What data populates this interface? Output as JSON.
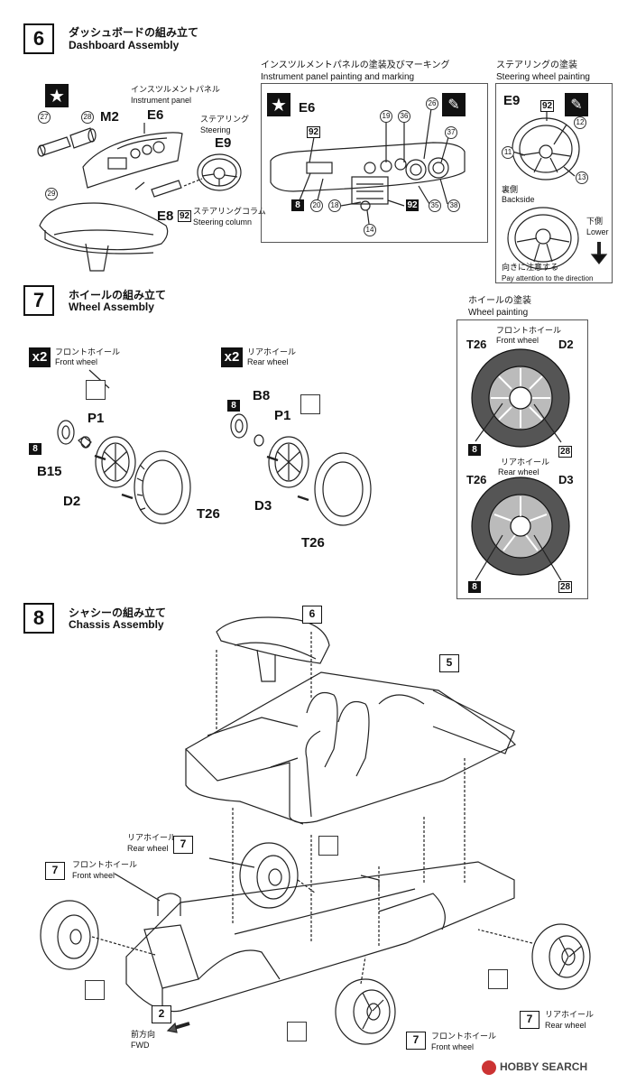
{
  "step6": {
    "num": "6",
    "title_jp": "ダッシュボードの組み立て",
    "title_en": "Dashboard Assembly",
    "labels": {
      "instrument_panel_jp": "インスツルメントパネル",
      "instrument_panel_en": "Instrument panel",
      "steering_jp": "ステアリング",
      "steering_en": "Steering",
      "steering_column_jp": "ステアリングコラム",
      "steering_column_en": "Steering column"
    },
    "parts": {
      "m2": "M2",
      "e6": "E6",
      "e9": "E9",
      "e8": "E8",
      "p27": "27",
      "p28": "28",
      "p29": "29",
      "c92": "92"
    },
    "panel_painting": {
      "title_jp": "インスツルメントパネルの塗装及びマーキング",
      "title_en": "Instrument panel painting and marking",
      "part": "E6",
      "callouts": {
        "c92a": "92",
        "c19": "19",
        "c36": "36",
        "c26": "26",
        "c37": "37",
        "c8": "8",
        "c20": "20",
        "c18": "18",
        "c92b": "92",
        "c35": "35",
        "c38": "38",
        "c14": "14"
      }
    },
    "steering_painting": {
      "title_jp": "ステアリングの塗装",
      "title_en": "Steering wheel painting",
      "part": "E9",
      "callouts": {
        "c92": "92",
        "c12": "12",
        "c11": "11",
        "c13": "13"
      },
      "backside_jp": "裏側",
      "backside_en": "Backside",
      "lower_jp": "下側",
      "lower_en": "Lower",
      "attention_jp": "向きに注意する",
      "attention_en": "Pay attention to the direction"
    }
  },
  "step7": {
    "num": "7",
    "title_jp": "ホイールの組み立て",
    "title_en": "Wheel Assembly",
    "front": {
      "qty": "x2",
      "label_jp": "フロントホイール",
      "label_en": "Front wheel",
      "p1": "P1",
      "b15": "B15",
      "d2": "D2",
      "t26": "T26",
      "c8": "8"
    },
    "rear": {
      "qty": "x2",
      "label_jp": "リアホイール",
      "label_en": "Rear wheel",
      "b8": "B8",
      "p1": "P1",
      "d3": "D3",
      "t26": "T26",
      "c8": "8"
    },
    "wheel_painting": {
      "title_jp": "ホイールの塗装",
      "title_en": "Wheel painting",
      "front_jp": "フロントホイール",
      "front_en": "Front wheel",
      "rear_jp": "リアホイール",
      "rear_en": "Rear wheel",
      "t26a": "T26",
      "d2": "D2",
      "c8a": "8",
      "c28a": "28",
      "t26b": "T26",
      "d3": "D3",
      "c8b": "8",
      "c28b": "28"
    }
  },
  "step8": {
    "num": "8",
    "title_jp": "シャシーの組み立て",
    "title_en": "Chassis Assembly",
    "refs": {
      "r6": "6",
      "r5": "5",
      "r2": "2",
      "r7a": "7",
      "r7b": "7",
      "r7c": "7",
      "r7d": "7"
    },
    "rear_wheel_jp": "リアホイール",
    "rear_wheel_en": "Rear wheel",
    "front_wheel_jp": "フロントホイール",
    "front_wheel_en": "Front wheel",
    "fwd_jp": "前方向",
    "fwd_en": "FWD"
  },
  "watermark": "HOBBY SEARCH"
}
